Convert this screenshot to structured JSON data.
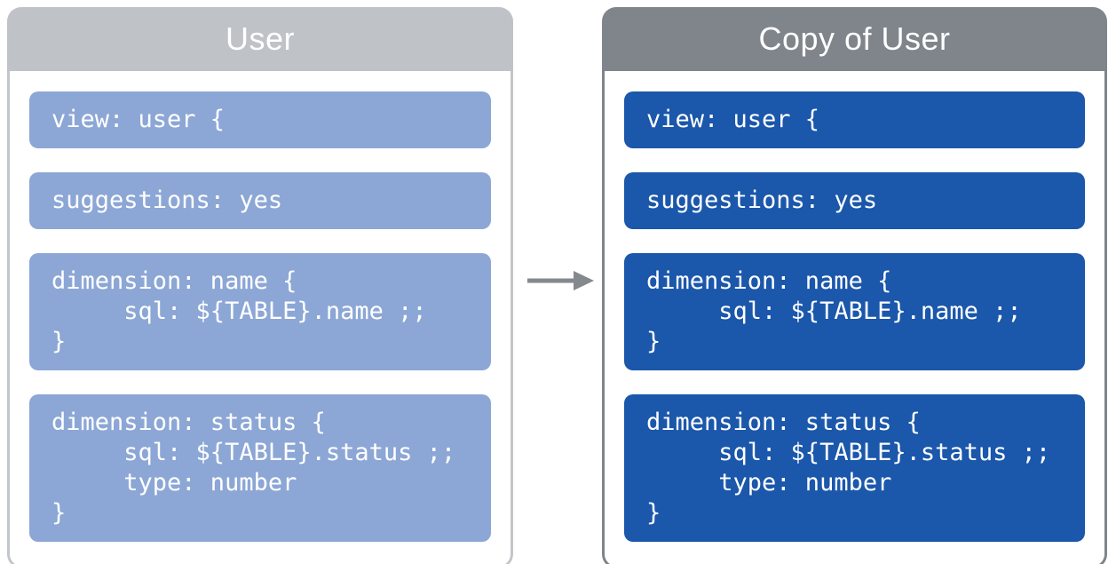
{
  "diagram": {
    "description": "LookML view copy diagram",
    "colors": {
      "page_background": "#ffffff",
      "left_header_gray": "#bfc3c7",
      "left_border_gray": "#c2c6ca",
      "right_header_gray": "#7f858b",
      "light_blue_block": "#8ca7d5",
      "dark_blue_block": "#1b57aa",
      "arrow_gray": "#85898e",
      "text_white": "#ffffff"
    }
  },
  "panels": [
    {
      "id": "user",
      "title": "User",
      "blocks": [
        {
          "code": "view: user {"
        },
        {
          "code": "suggestions: yes"
        },
        {
          "code": "dimension: name {\n     sql: ${TABLE}.name ;;\n}"
        },
        {
          "code": "dimension: status {\n     sql: ${TABLE}.status ;;\n     type: number\n}"
        }
      ]
    },
    {
      "id": "copy-of-user",
      "title": "Copy of User",
      "blocks": [
        {
          "code": "view: user {"
        },
        {
          "code": "suggestions: yes"
        },
        {
          "code": "dimension: name {\n     sql: ${TABLE}.name ;;\n}"
        },
        {
          "code": "dimension: status {\n     sql: ${TABLE}.status ;;\n     type: number\n}"
        }
      ]
    }
  ]
}
